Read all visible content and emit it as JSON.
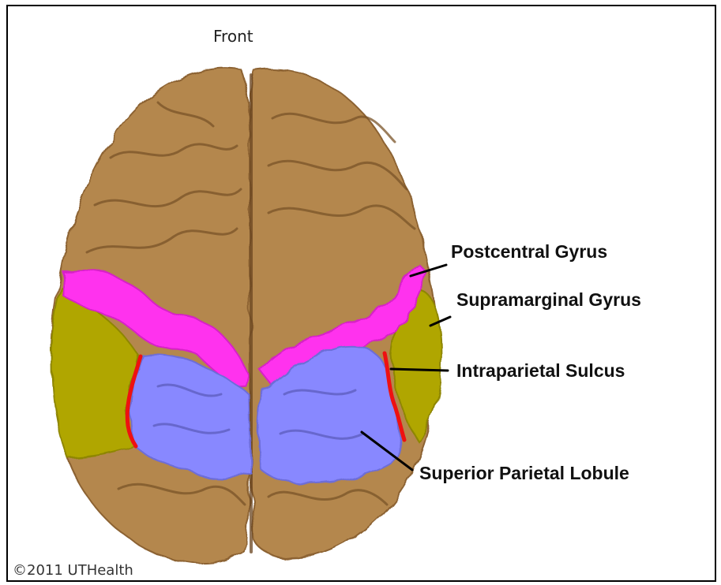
{
  "figure": {
    "orientation_label": "Front",
    "copyright": "©2011 UTHealth"
  },
  "callouts": [
    {
      "id": "postcentral",
      "label": "Postcentral Gyrus",
      "color": "#ff33ee"
    },
    {
      "id": "supramarginal",
      "label": "Supramarginal Gyrus",
      "color": "#b0a600"
    },
    {
      "id": "intraparietal",
      "label": "Intraparietal Sulcus",
      "color": "#ee1111"
    },
    {
      "id": "superior-parietal",
      "label": "Superior Parietal Lobule",
      "color": "#8888ff"
    }
  ],
  "colors": {
    "cortex": "#b4874e",
    "cortex_shadow": "#8c6232",
    "postcentral": "#ff33ee",
    "supramarginal": "#b0a600",
    "intraparietal": "#ee1111",
    "superior_parietal": "#8888ff"
  }
}
